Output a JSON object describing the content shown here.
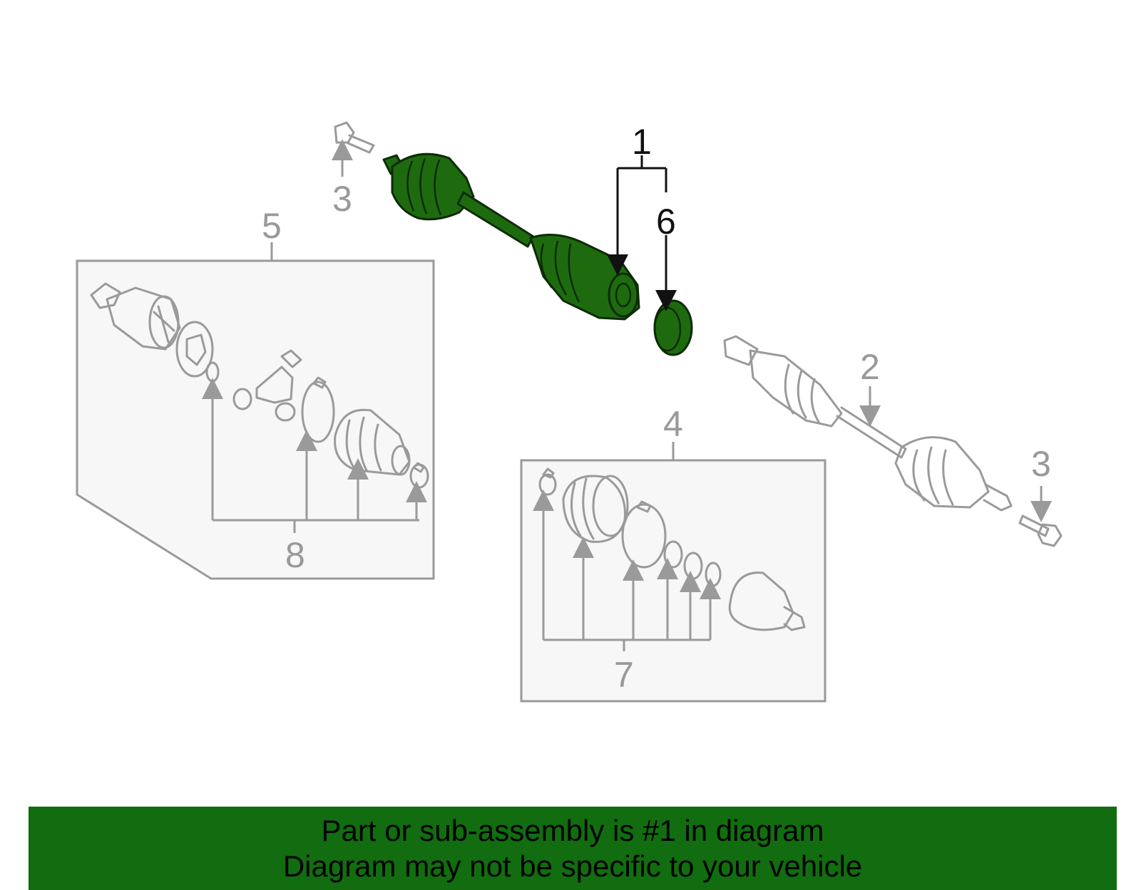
{
  "callouts": {
    "c1": "1",
    "c2": "2",
    "c3_top": "3",
    "c3_right": "3",
    "c4": "4",
    "c5": "5",
    "c6": "6",
    "c7": "7",
    "c8": "8"
  },
  "banner": {
    "line1": "Part or sub-assembly is #1 in diagram",
    "line2": "Diagram may not be specific to your vehicle"
  },
  "colors": {
    "highlight": "#1e6b0f",
    "banner": "#116d0f",
    "line_gray": "#9a9a9a",
    "box_fill": "#f7f7f7"
  }
}
